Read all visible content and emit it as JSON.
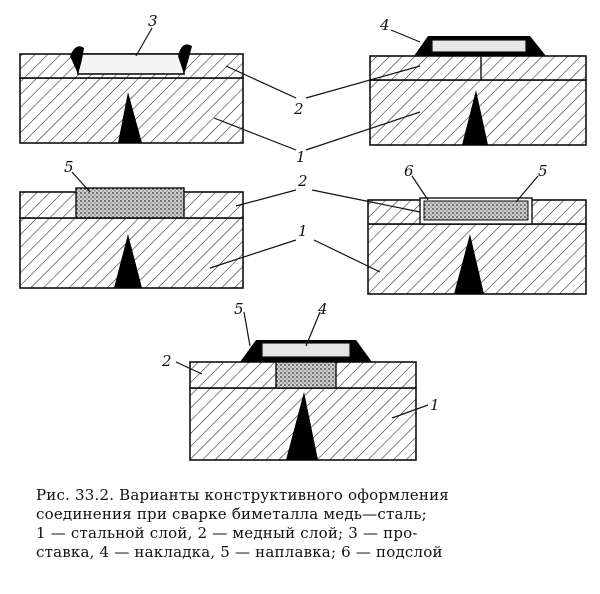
{
  "labels": {
    "l1": "1",
    "l2": "2",
    "l3": "3",
    "l4": "4",
    "l5": "5",
    "l6": "6"
  },
  "caption": {
    "line1": "Рис. 33.2. Варианты конструктивного оформления",
    "line2": "соединения при сварке биметалла медь—сталь;",
    "line3": "1 — стальной слой, 2 — медный слой; 3 — про-",
    "line4": "ставка, 4 — накладка, 5 — наплавка; 6 — подслой"
  }
}
